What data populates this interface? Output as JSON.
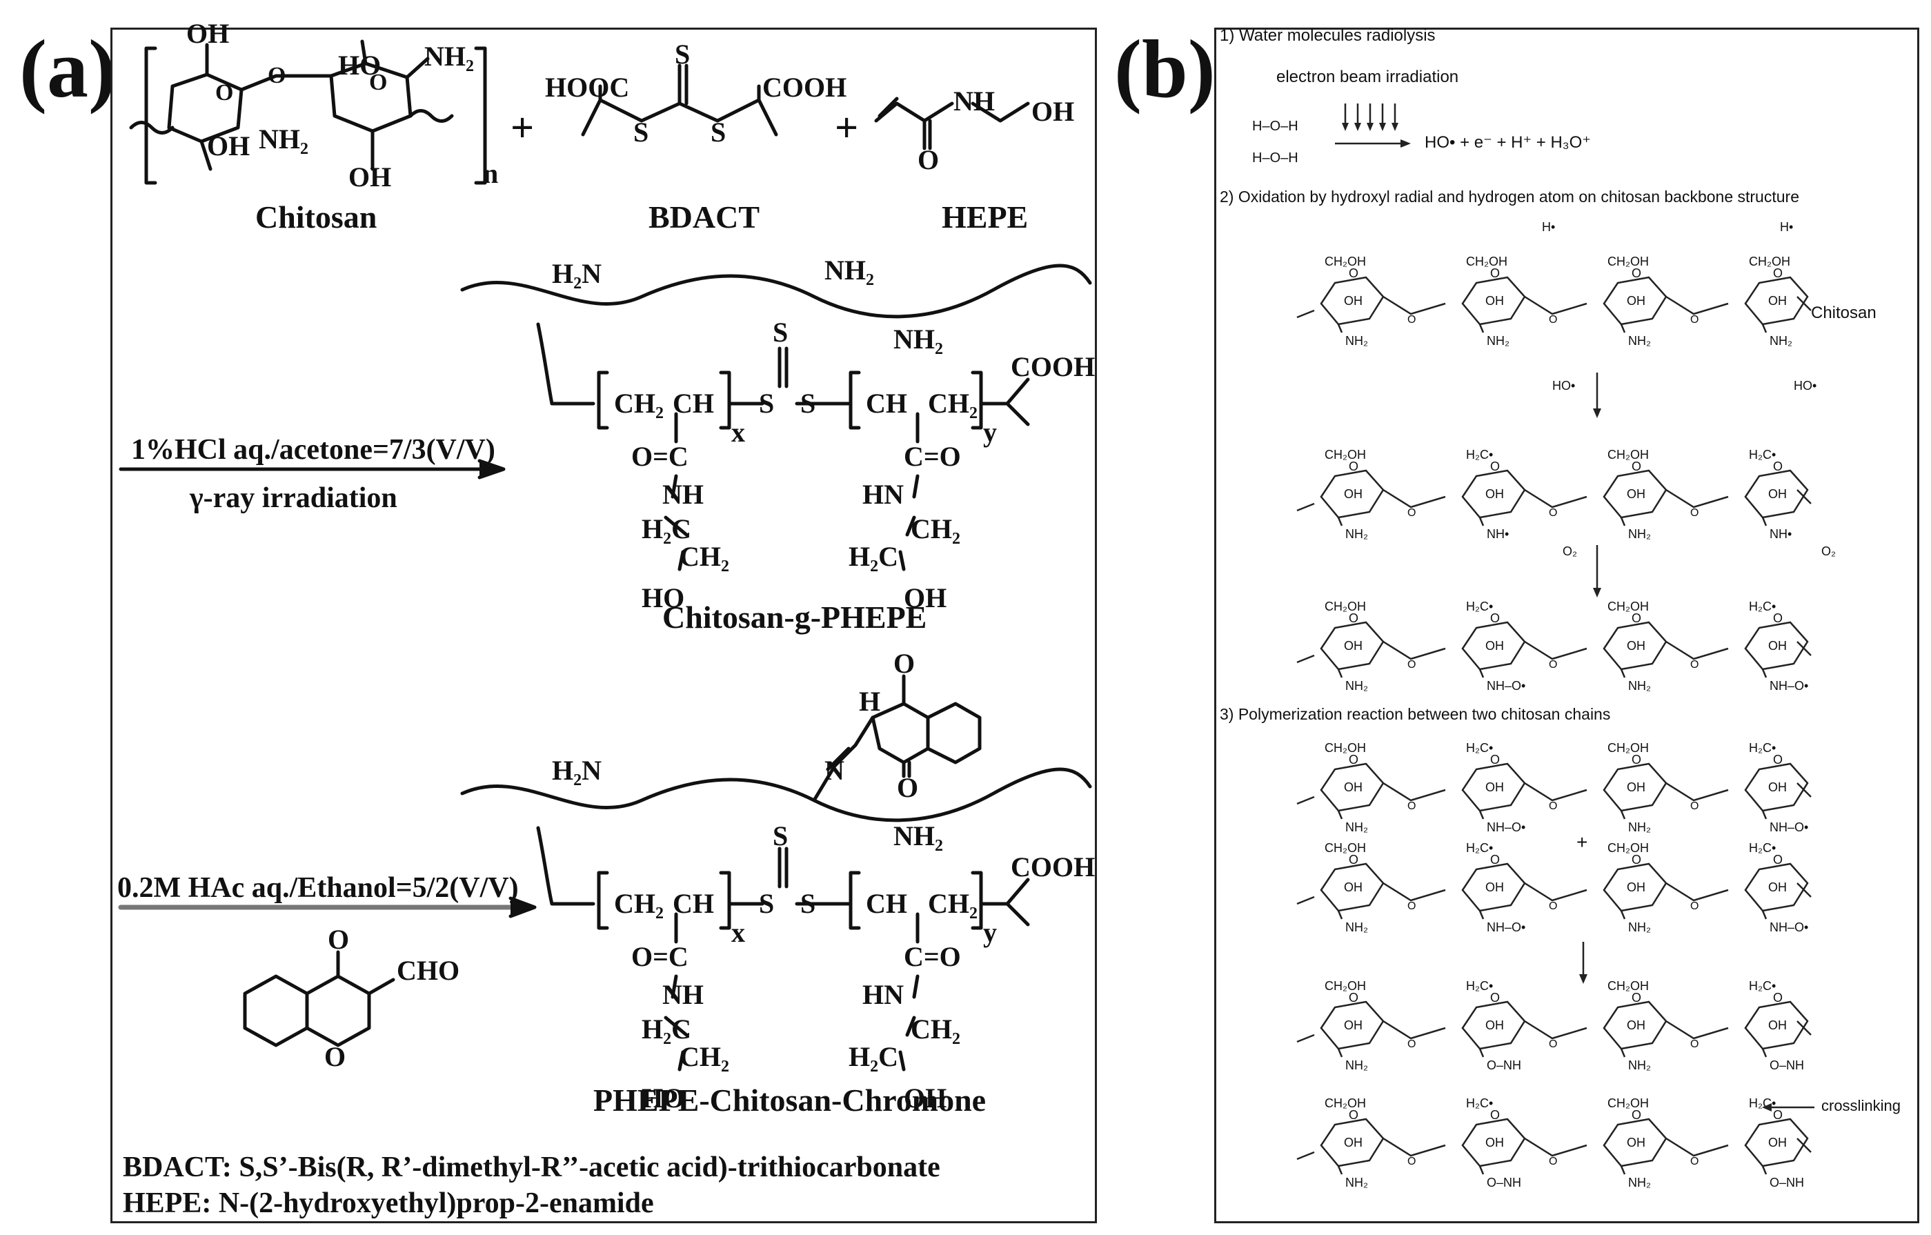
{
  "panel_a": {
    "label": "(a)",
    "reagents": {
      "chitosan": "Chitosan",
      "bdact": "BDACT",
      "hepe": "HEPE",
      "n": "n",
      "plus": "+"
    },
    "step1": {
      "conditions": "1%HCl aq./acetone=7/3(V/V)",
      "method": "γ-ray irradiation",
      "product": "Chitosan-g-PHEPE"
    },
    "step2": {
      "conditions": "0.2M HAc aq./Ethanol=5/2(V/V)",
      "reagent_cho": "CHO",
      "product": "PHEPE-Chitosan-Chromone"
    },
    "groups": {
      "oh": "OH",
      "nh2": "NH₂",
      "ho": "HO",
      "hooc": "HOOC",
      "cooh": "COOH",
      "nh": "NH",
      "hn": "HN",
      "h2n": "H₂N",
      "s": "S",
      "o": "O",
      "ch2": "CH₂",
      "ch": "CH",
      "h2c": "H₂C",
      "x": "x",
      "y": "y",
      "h": "H",
      "n_atom": "N",
      "c_eq_o": "C=O",
      "o_eq_c": "O=C"
    },
    "footnote_1": "BDACT: S,S’-Bis(R, R’-dimethyl-R’’-acetic acid)-trithiocarbonate",
    "footnote_2": "HEPE: N-(2-hydroxyethyl)prop-2-enamide"
  },
  "panel_b": {
    "label": "(b)",
    "step1_title": "1) Water molecules radiolysis",
    "irradiation": "electron beam irradiation",
    "products": "HO• + e⁻ + H⁺ + H₃O⁺",
    "water": "H–O–H",
    "step2_title": "2) Oxidation by hydroxyl radial and hydrogen atom on chitosan backbone structure",
    "chitosan_label": "Chitosan",
    "step3_title": "3) Polymerization reaction between two chitosan chains",
    "crosslinking_label": "crosslinking",
    "species": {
      "h_rad": "H•",
      "ho_rad": "HO•",
      "o2": "O₂",
      "ch2oh": "CH₂OH",
      "oh": "OH",
      "nh2": "NH₂",
      "h2c_rad": "H₂C•",
      "nh_rad": "NH•",
      "nh_o": "NH–O•",
      "o_nh": "O–NH",
      "plus": "+"
    }
  }
}
